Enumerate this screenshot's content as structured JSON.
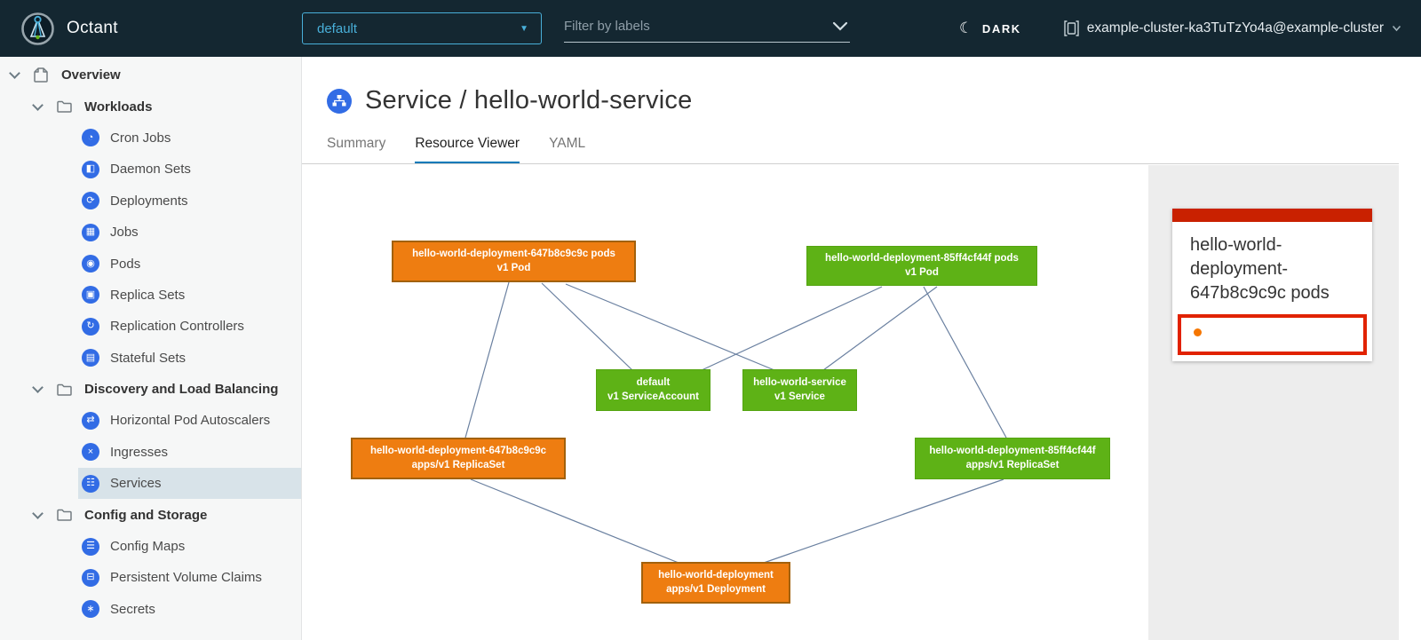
{
  "header": {
    "app_name": "Octant",
    "namespace_selected": "default",
    "filter_placeholder": "Filter by labels",
    "theme_label": "DARK",
    "cluster_name": "example-cluster-ka3TuTzYo4a@example-cluster"
  },
  "sidebar": {
    "items": [
      {
        "label": "Overview",
        "level": 0,
        "expanded": true
      },
      {
        "label": "Workloads",
        "level": 1,
        "expanded": true
      },
      {
        "label": "Cron Jobs",
        "level": 2,
        "glyph": "◔"
      },
      {
        "label": "Daemon Sets",
        "level": 2,
        "glyph": "◧"
      },
      {
        "label": "Deployments",
        "level": 2,
        "glyph": "⟳"
      },
      {
        "label": "Jobs",
        "level": 2,
        "glyph": "▦"
      },
      {
        "label": "Pods",
        "level": 2,
        "glyph": "◉"
      },
      {
        "label": "Replica Sets",
        "level": 2,
        "glyph": "▣"
      },
      {
        "label": "Replication Controllers",
        "level": 2,
        "glyph": "↻"
      },
      {
        "label": "Stateful Sets",
        "level": 2,
        "glyph": "▤"
      },
      {
        "label": "Discovery and Load Balancing",
        "level": 1,
        "expanded": true
      },
      {
        "label": "Horizontal Pod Autoscalers",
        "level": 2,
        "glyph": "⇄"
      },
      {
        "label": "Ingresses",
        "level": 2,
        "glyph": "×"
      },
      {
        "label": "Services",
        "level": 2,
        "glyph": "☷",
        "selected": true
      },
      {
        "label": "Config and Storage",
        "level": 1,
        "expanded": true
      },
      {
        "label": "Config Maps",
        "level": 2,
        "glyph": "☰"
      },
      {
        "label": "Persistent Volume Claims",
        "level": 2,
        "glyph": "⊟"
      },
      {
        "label": "Secrets",
        "level": 2,
        "glyph": "∗"
      }
    ]
  },
  "main": {
    "title": "Service / hello-world-service",
    "tabs": [
      {
        "label": "Summary",
        "active": false
      },
      {
        "label": "Resource Viewer",
        "active": true
      },
      {
        "label": "YAML",
        "active": false
      }
    ]
  },
  "graph": {
    "nodes": [
      {
        "line1": "hello-world-deployment-647b8c9c9c pods",
        "line2": "v1 Pod",
        "status": "warning"
      },
      {
        "line1": "hello-world-deployment-85ff4cf44f pods",
        "line2": "v1 Pod",
        "status": "ok"
      },
      {
        "line1": "default",
        "line2": "v1 ServiceAccount",
        "status": "ok"
      },
      {
        "line1": "hello-world-service",
        "line2": "v1 Service",
        "status": "ok"
      },
      {
        "line1": "hello-world-deployment-647b8c9c9c",
        "line2": "apps/v1 ReplicaSet",
        "status": "warning"
      },
      {
        "line1": "hello-world-deployment-85ff4cf44f",
        "line2": "apps/v1 ReplicaSet",
        "status": "ok"
      },
      {
        "line1": "hello-world-deployment",
        "line2": "apps/v1 Deployment",
        "status": "warning"
      }
    ]
  },
  "panel": {
    "card_title": "hello-world-deployment-647b8c9c9c pods"
  },
  "colors": {
    "header_bg": "#142731",
    "accent_blue": "#49afd9",
    "tab_active_underline": "#0079b8",
    "k8s_icon_blue": "#326ce5",
    "sidebar_selected_bg": "#d8e3e9",
    "node_orange": "#ee7d11",
    "node_green": "#5eb216",
    "edge_line": "#6a80a0",
    "card_status_bar_red": "#c92100",
    "selection_border_red": "#e12200",
    "status_dot_orange": "#f57600",
    "panel_bg": "#ededed"
  }
}
